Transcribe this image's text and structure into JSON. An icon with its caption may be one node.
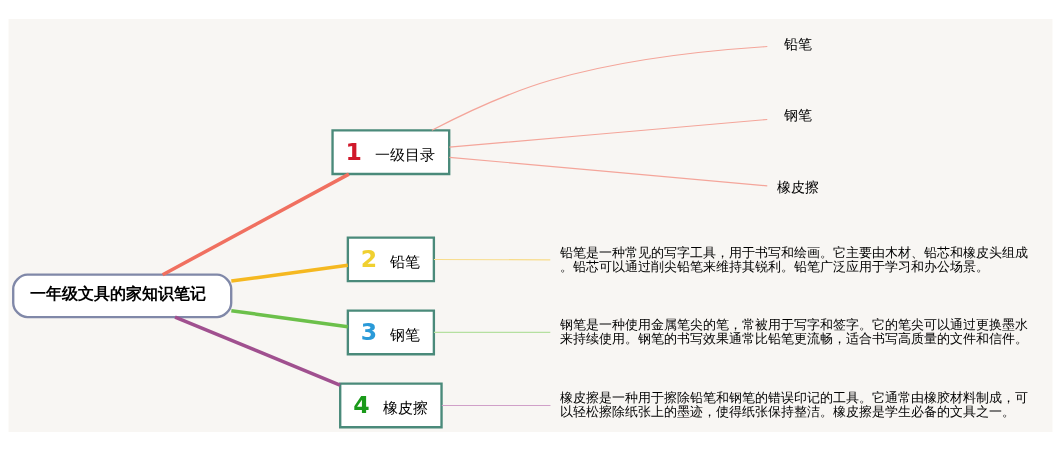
{
  "diagram": {
    "nodes": [
      {
        "text": [
          "一年级文具的家知识笔记"
        ]
      },
      {
        "text": [
          "1 一级目录"
        ]
      },
      {
        "text": [
          "铅笔"
        ]
      },
      {
        "text": [
          "钢笔"
        ]
      },
      {
        "text": [
          "橡皮擦"
        ]
      },
      {
        "text": [
          "2 铅笔"
        ]
      },
      {
        "text": [
          "铅笔是一种常见的写字工具，用于书写和绘画。它主要由木材、铅芯和橡皮头组成。铅芯可以通过削尖铅笔来维持其锐利。铅笔广泛应用于学习和办公场景。"
        ]
      },
      {
        "text": [
          "3 钢笔"
        ]
      },
      {
        "text": [
          "钢笔是一种使用金属笔尖的笔，常被用于写字和签字。它的笔尖可以通过更换墨水来持续使用。钢笔的书写效果通常比铅笔更流畅，适合书写高质量的文件和信件。"
        ]
      },
      {
        "text": [
          "4 橡皮擦"
        ]
      },
      {
        "text": [
          "橡皮擦是一种用于擦除铅笔和钢笔的错误印记的工具。它通常由橡胶材料制成，可以轻松擦除纸张上的墨迹，使得纸张保持整洁。橡皮擦是学生必备的文具之一。"
        ]
      }
    ],
    "edges": [
      {
        "from": 0,
        "to": 1,
        "arrow": "none",
        "style": "thick",
        "color": "#f07060"
      },
      {
        "from": 1,
        "to": 2,
        "arrow": "none",
        "color": "#f4a59a"
      },
      {
        "from": 1,
        "to": 3,
        "arrow": "none",
        "color": "#f4a59a"
      },
      {
        "from": 1,
        "to": 4,
        "arrow": "none",
        "color": "#f4a59a"
      },
      {
        "from": 0,
        "to": 5,
        "arrow": "none",
        "style": "thick",
        "color": "#f5b820"
      },
      {
        "from": 5,
        "to": 6,
        "arrow": "none",
        "color": "#f8dc8a"
      },
      {
        "from": 0,
        "to": 7,
        "arrow": "none",
        "style": "thick",
        "color": "#6cc04a"
      },
      {
        "from": 7,
        "to": 8,
        "arrow": "none",
        "color": "#b5e0a0"
      },
      {
        "from": 0,
        "to": 9,
        "arrow": "none",
        "style": "thick",
        "color": "#a0508f"
      },
      {
        "from": 9,
        "to": 10,
        "arrow": "none",
        "color": "#d0a0c8"
      }
    ]
  }
}
